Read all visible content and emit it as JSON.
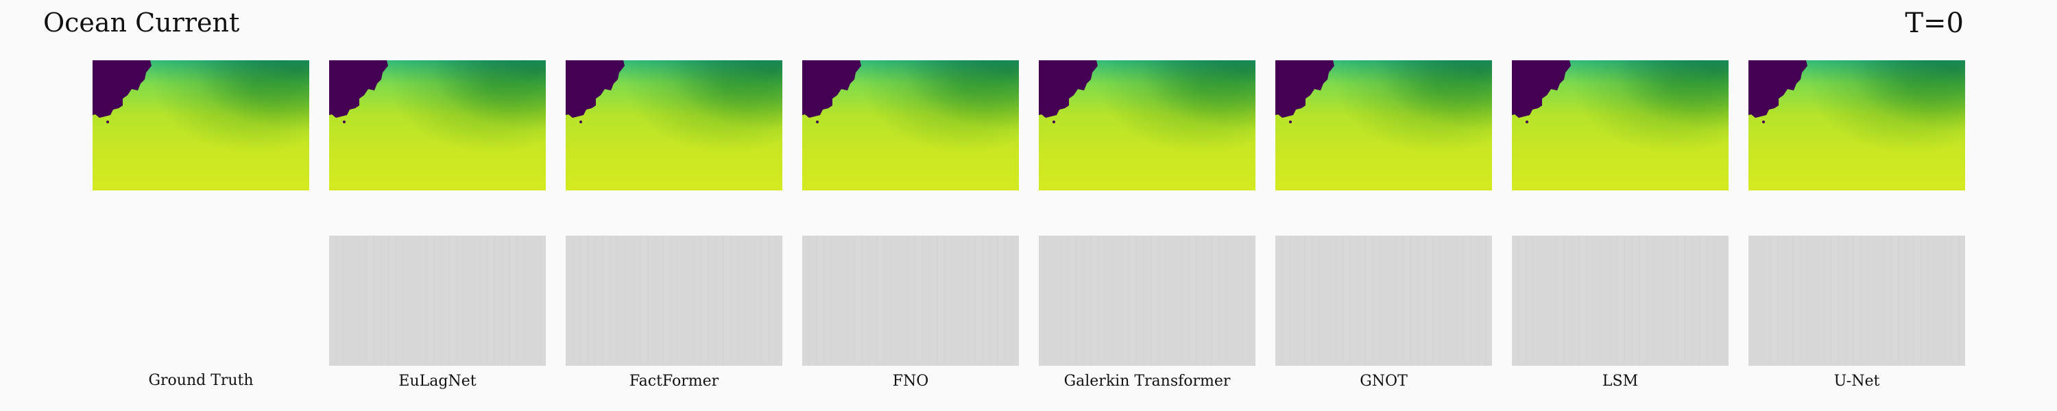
{
  "header": {
    "title": "Ocean Current",
    "time_label": "T=0"
  },
  "models": [
    "Ground Truth",
    "EuLagNet",
    "FactFormer",
    "FNO",
    "Galerkin Transformer",
    "GNOT",
    "LSM",
    "U-Net"
  ],
  "colors": {
    "background": "#fafafa",
    "land": "#440154",
    "map_top": "#31b978",
    "map_mid": "#b6e42a",
    "map_bottom": "#d4ea20",
    "prediction_panel": "#d8d8d8",
    "text": "#111111"
  },
  "icons": {
    "land_shape": "coastline-shape"
  }
}
